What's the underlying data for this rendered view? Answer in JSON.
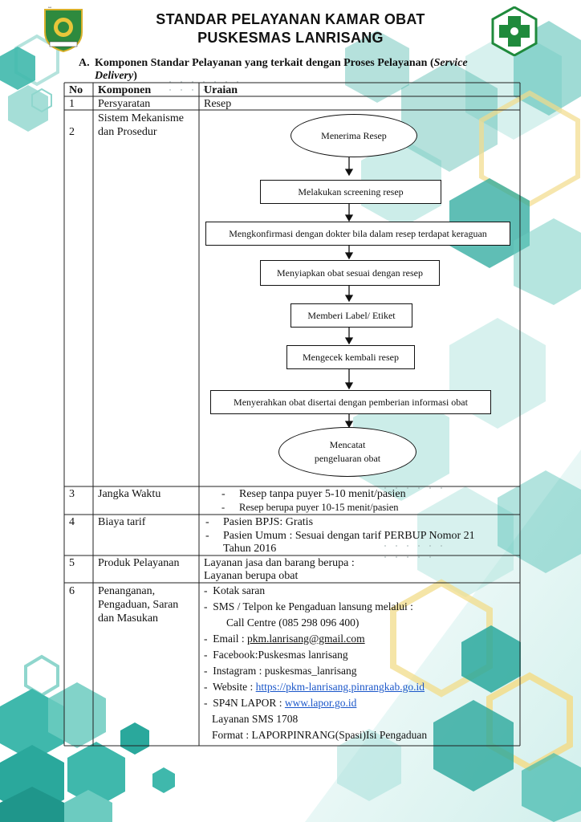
{
  "header": {
    "title_line1": "STANDAR PELAYANAN KAMAR OBAT",
    "title_line2": "PUSKESMAS LANRISANG"
  },
  "section": {
    "letter": "A.",
    "title_main": "Komponen Standar Pelayanan yang terkait dengan Proses Pelayanan (",
    "title_italic1": "Service",
    "title_italic2": "Delivery",
    "title_close": ")"
  },
  "table": {
    "headers": {
      "no": "No",
      "komponen": "Komponen",
      "uraian": "Uraian"
    },
    "row1": {
      "no": "1",
      "komponen": "Persyaratan",
      "uraian": "Resep"
    },
    "row2": {
      "no": "2",
      "komponen_l1": "Sistem Mekanisme",
      "komponen_l2": "dan Prosedur"
    },
    "row3": {
      "no": "3",
      "komponen": "Jangka Waktu",
      "item1": "Resep tanpa puyer 5-10 menit/pasien",
      "item2": "Resep berupa puyer 10-15 menit/pasien"
    },
    "row4": {
      "no": "4",
      "komponen": "Biaya tarif",
      "item1": "Pasien BPJS: Gratis",
      "item2": "Pasien Umum : Sesuai dengan tarif PERBUP Nomor 21",
      "item2_cont": "Tahun 2016"
    },
    "row5": {
      "no": "5",
      "komponen": "Produk Pelayanan",
      "line1": "Layanan jasa dan barang berupa :",
      "line2": "Layanan berupa obat"
    },
    "row6": {
      "no": "6",
      "komponen_l1": "Penanganan,",
      "komponen_l2": "Pengaduan, Saran",
      "komponen_l3": "dan Masukan",
      "kotak": "Kotak saran",
      "sms": "SMS / Telpon ke Pengaduan lansung melalui :",
      "callcentre": "Call Centre  (085 298 096 400)",
      "email_label": "Email : ",
      "email": "pkm.lanrisang@gmail.com",
      "facebook": "Facebook:Puskesmas lanrisang",
      "instagram": "Instagram : puskesmas_lanrisang",
      "website_label": "Website : ",
      "website": "https://pkm-lanrisang.pinrangkab.go.id",
      "sp4n_label": "SP4N LAPOR : ",
      "sp4n": "www.lapor.go.id",
      "sms1708": "Layanan SMS 1708",
      "format": "Format : LAPORPINRANG(Spasi)Isi Pengaduan"
    }
  },
  "flowchart": {
    "step1": "Menerima Resep",
    "step2": "Melakukan screening resep",
    "step3": "Mengkonfirmasi dengan dokter bila dalam resep terdapat keraguan",
    "step4": "Menyiapkan obat sesuai dengan resep",
    "step5": "Memberi Label/ Etiket",
    "step6": "Mengecek kembali resep",
    "step7": "Menyerahkan obat disertai dengan pemberian informasi obat",
    "step8_l1": "Mencatat",
    "step8_l2": "pengeluaran obat"
  },
  "colors": {
    "teal": "#2fb3a8",
    "light_teal": "#a7e0da",
    "yellow": "#f2dc8a",
    "green_cross": "#1f8a3c"
  }
}
